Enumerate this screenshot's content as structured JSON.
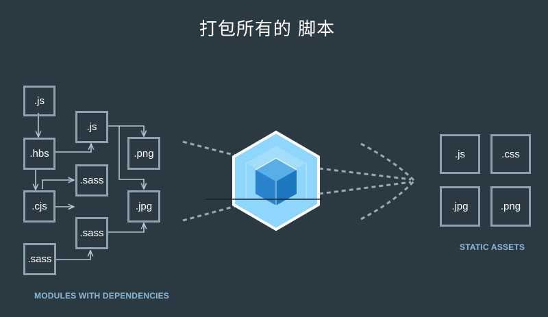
{
  "title": "打包所有的 脚本",
  "modules": {
    "caption": "MODULES WITH DEPENDENCIES",
    "items": [
      {
        "label": ".js"
      },
      {
        "label": ".hbs"
      },
      {
        "label": ".cjs"
      },
      {
        "label": ".sass"
      },
      {
        "label": ".js"
      },
      {
        "label": ".sass"
      },
      {
        "label": ".sass"
      },
      {
        "label": ".png"
      },
      {
        "label": ".jpg"
      }
    ]
  },
  "assets": {
    "caption": "STATIC ASSETS",
    "items": [
      {
        "label": ".js"
      },
      {
        "label": ".css"
      },
      {
        "label": ".jpg"
      },
      {
        "label": ".png"
      }
    ]
  },
  "colors": {
    "background": "#2b3a42",
    "box_border": "#8ea3b0",
    "arrow": "#b5c7d3",
    "cube_outer": "#8ed6fb",
    "cube_inner": "#1c78c0",
    "caption": "#8eb8d8"
  },
  "icons": {
    "logo": "webpack-cube-icon"
  }
}
